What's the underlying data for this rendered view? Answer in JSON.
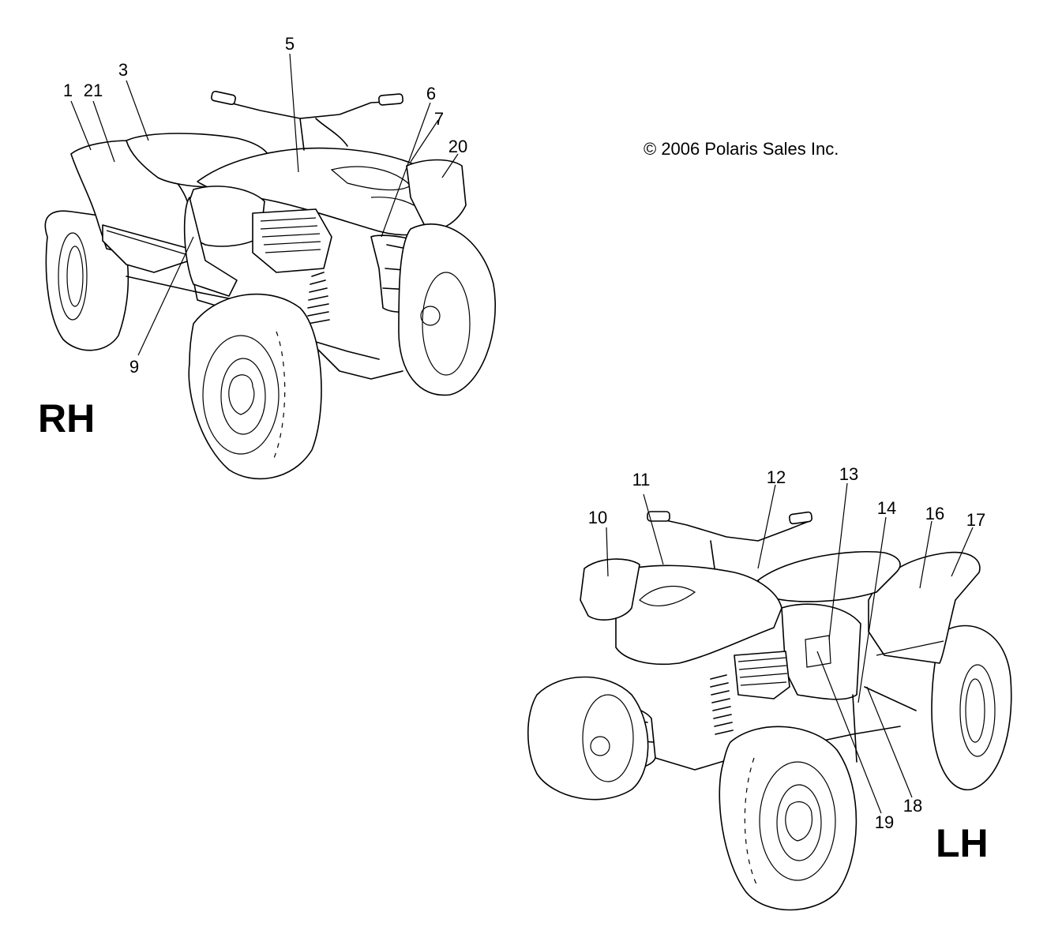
{
  "copyright": "© 2006 Polaris Sales Inc.",
  "views": {
    "rh": {
      "label": "RH"
    },
    "lh": {
      "label": "LH"
    }
  },
  "callouts": {
    "c1": "1",
    "c21": "21",
    "c3": "3",
    "c5": "5",
    "c6": "6",
    "c7": "7",
    "c20": "20",
    "c9": "9",
    "c10": "10",
    "c11": "11",
    "c12": "12",
    "c13": "13",
    "c14": "14",
    "c16": "16",
    "c17": "17",
    "c18": "18",
    "c19": "19"
  }
}
